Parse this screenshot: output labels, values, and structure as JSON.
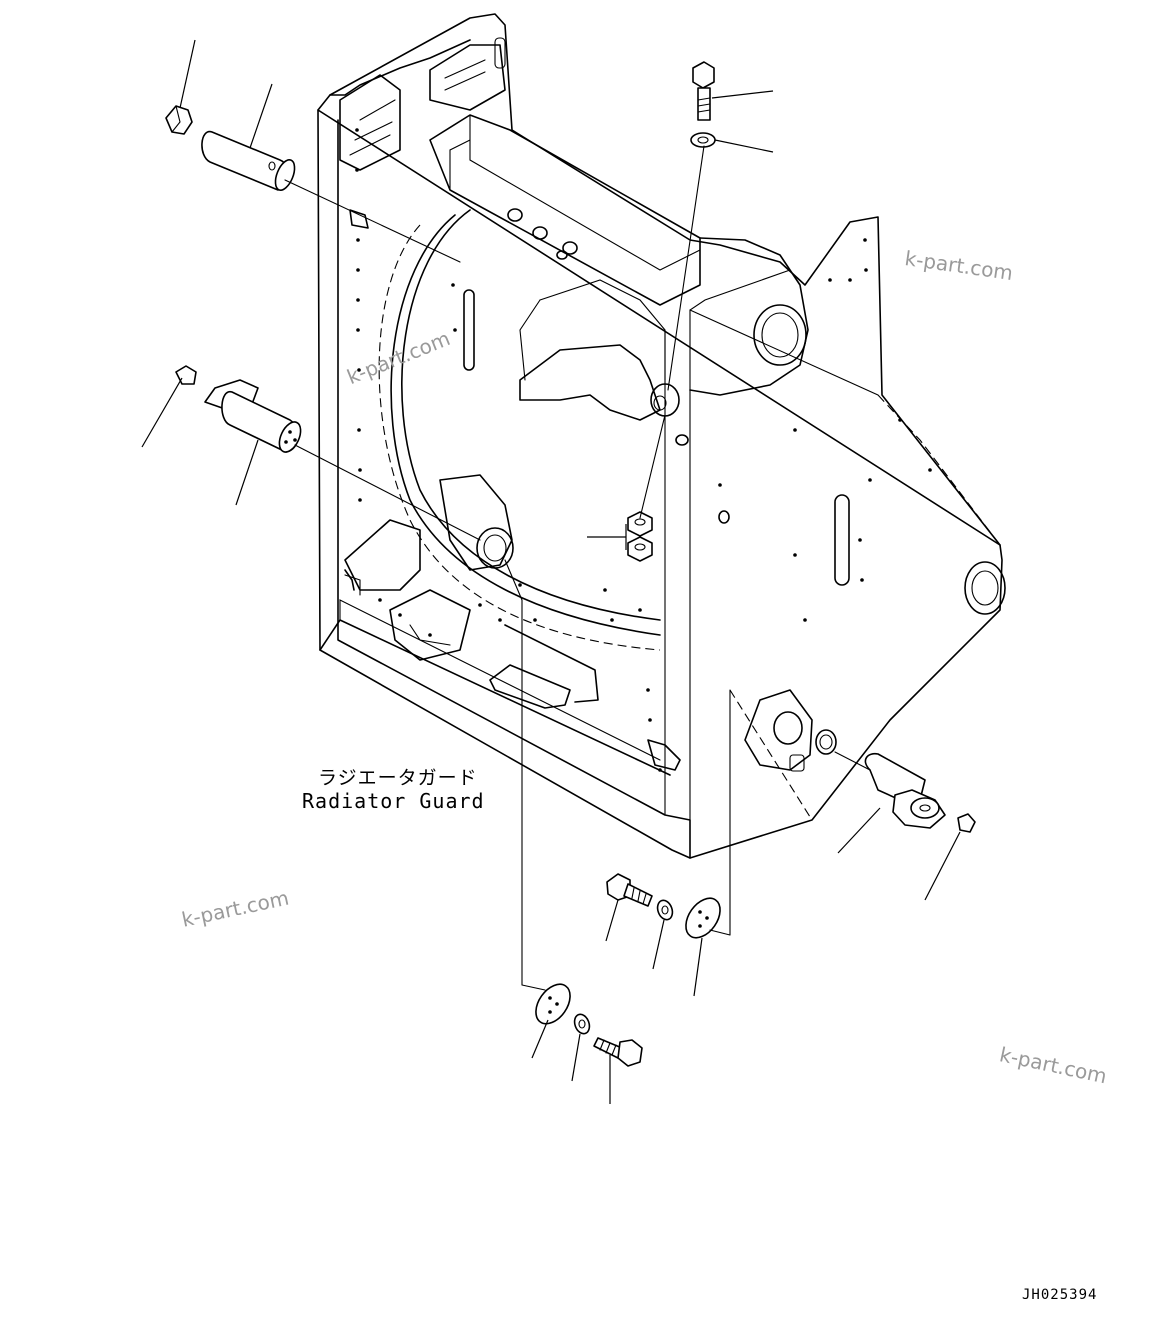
{
  "diagram": {
    "assembly_label_jp": "ラジエータガード",
    "assembly_label_en": "Radiator Guard",
    "drawing_code": "JH025394",
    "watermarks": [
      "k-part.com",
      "k-part.com",
      "k-part.com",
      "k-part.com"
    ]
  }
}
